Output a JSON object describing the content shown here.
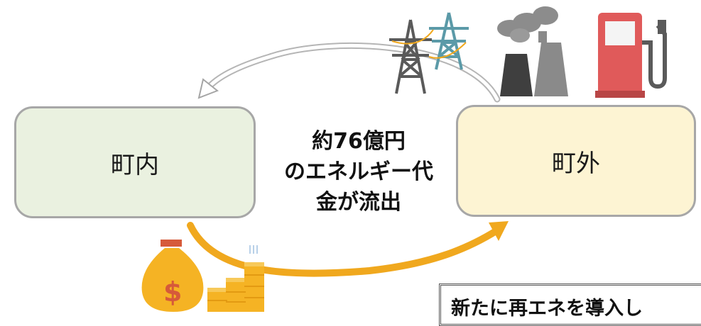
{
  "nodes": {
    "inside": "町内",
    "outside": "町外"
  },
  "center": {
    "line1": "約76億円",
    "line2": "のエネルギー代",
    "line3": "金が流出"
  },
  "callout": {
    "text": "新たに再エネを導入し"
  },
  "icons": [
    "power-tower-icon",
    "power-tower-icon",
    "power-plant-icon",
    "fuel-pump-icon",
    "money-bag-icon",
    "coin-stacks-icon"
  ],
  "colors": {
    "inside_fill": "#eaf1e0",
    "outside_fill": "#fdf4d3",
    "box_border": "#a7a7a7",
    "flow_arrow": "#f0a81e",
    "return_arrow": "#b5b5b5",
    "tower_gray": "#5a5a5a",
    "tower_teal": "#5b9aa8",
    "pump_red": "#e05a5a",
    "money_gold": "#f5b324"
  }
}
